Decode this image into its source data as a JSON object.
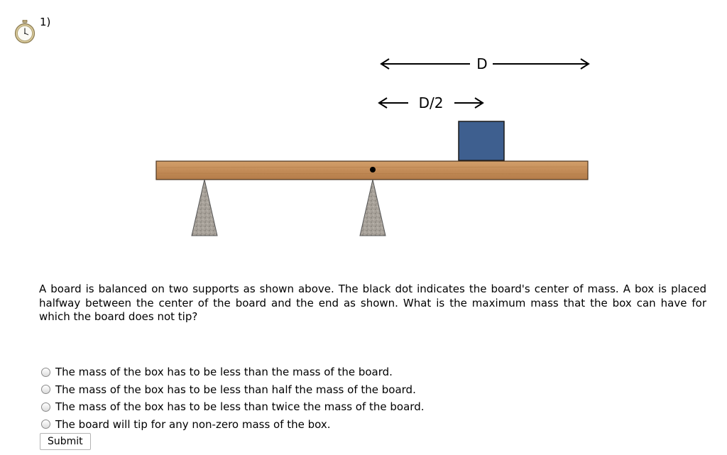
{
  "question": {
    "number": "1)",
    "text": "A board is balanced on two supports as shown above. The black dot indicates the board's center of mass. A box is placed halfway between the center of the board and the end as shown. What is the maximum mass that the box can have for which the board does not tip?"
  },
  "diagram": {
    "label_d": "D",
    "label_half_d": "D/2",
    "colors": {
      "board": "#c7915c",
      "box": "#3e5f8f",
      "support": "#9e9890",
      "dot": "#000000"
    }
  },
  "options": [
    {
      "label": "The mass of the box has to be less than the mass of the board."
    },
    {
      "label": "The mass of the box has to be less than half the mass of the board."
    },
    {
      "label": "The mass of the box has to be less than twice the mass of the board."
    },
    {
      "label": "The board will tip for any non-zero mass of the box."
    }
  ],
  "submit_label": "Submit"
}
